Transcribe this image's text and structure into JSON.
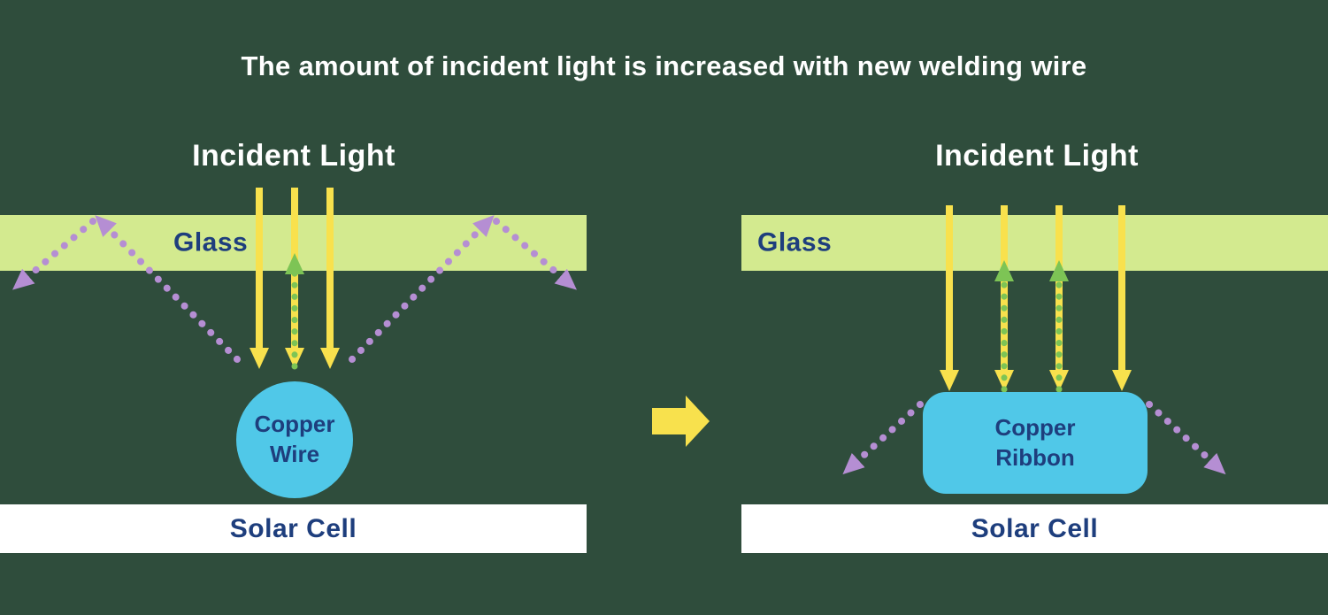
{
  "title": "The amount of incident light is increased with new welding wire",
  "colors": {
    "background": "#2f4d3c",
    "glass": "#d3ea8f",
    "yellow": "#f8e14d",
    "green": "#7dc455",
    "purple": "#b58ed3",
    "cyan": "#50c8e8",
    "navy": "#1e3e7d",
    "white": "#ffffff"
  },
  "left_panel": {
    "incident_light_label": "Incident Light",
    "glass_label": "Glass",
    "copper_label_line1": "Copper",
    "copper_label_line2": "Wire",
    "solar_cell_label": "Solar Cell"
  },
  "right_panel": {
    "incident_light_label": "Incident Light",
    "glass_label": "Glass",
    "copper_label_line1": "Copper",
    "copper_label_line2": "Ribbon",
    "solar_cell_label": "Solar Cell"
  }
}
